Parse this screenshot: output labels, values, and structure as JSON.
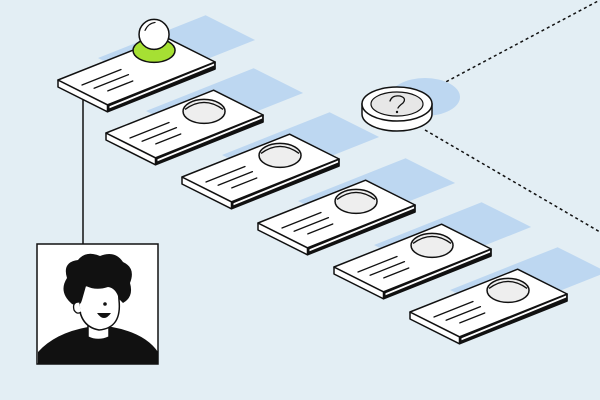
{
  "colors": {
    "background": "#E3EEF4",
    "shadow": "#BDD7F1",
    "ink": "#111111",
    "card": "#FFFFFF",
    "slot": "#EEEEEE",
    "accent": "#A6E033",
    "token": "#E7E7E7"
  },
  "cards": [
    {
      "id": "card-1",
      "state": "active",
      "has_pawn": true
    },
    {
      "id": "card-2",
      "state": "empty"
    },
    {
      "id": "card-3",
      "state": "empty"
    },
    {
      "id": "card-4",
      "state": "empty"
    },
    {
      "id": "card-5",
      "state": "empty"
    },
    {
      "id": "card-6",
      "state": "empty"
    }
  ],
  "token": {
    "icon": "question-mark-icon"
  },
  "avatar": {
    "icon": "person-avatar-icon"
  },
  "connectors": [
    "dashed-line-upper",
    "dashed-line-lower",
    "avatar-link-line"
  ]
}
